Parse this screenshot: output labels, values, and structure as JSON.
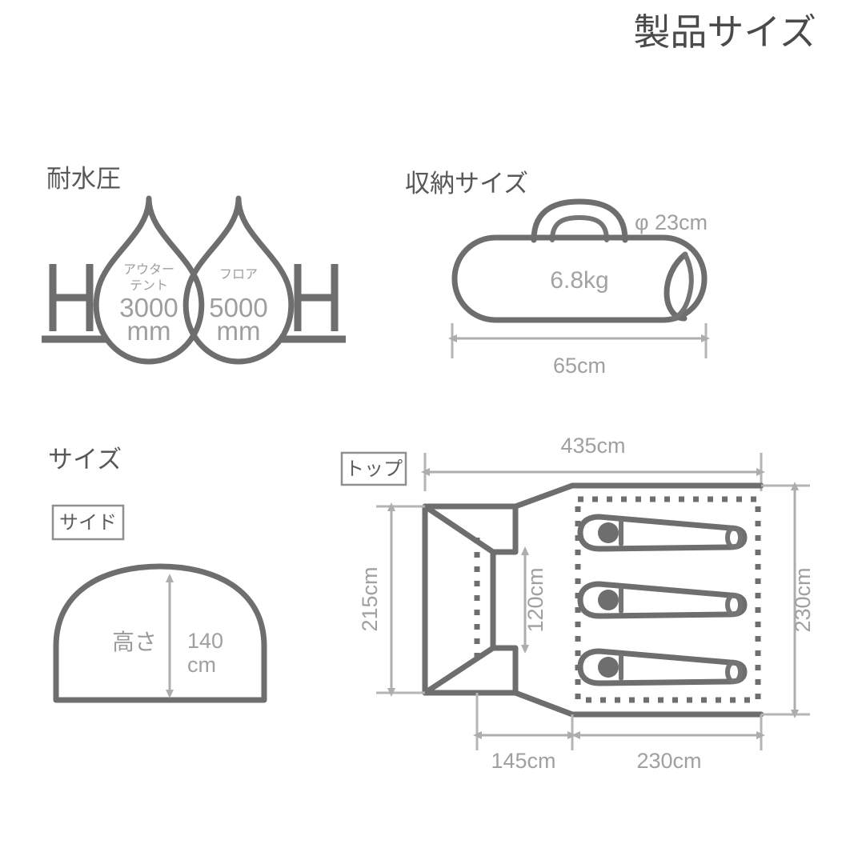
{
  "header": {
    "title": "製品サイズ"
  },
  "sections": {
    "water_resistance": {
      "title": "耐水圧",
      "symbol_left": "H",
      "symbol_right": "H",
      "drops": [
        {
          "name": "droplet-outer-tent",
          "label_line1": "アウター",
          "label_line2": "テント",
          "value": "3000",
          "unit": "mm"
        },
        {
          "name": "droplet-floor",
          "label_line1": "フロア",
          "label_line2": "",
          "value": "5000",
          "unit": "mm"
        }
      ]
    },
    "storage_size": {
      "title": "収納サイズ",
      "diameter_label": "φ 23cm",
      "weight_label": "6.8kg",
      "length_label": "65cm"
    },
    "size": {
      "title": "サイズ",
      "side_view": {
        "badge": "サイド",
        "height_label": "高さ",
        "height_value": "140",
        "height_unit": "cm"
      },
      "top_view": {
        "badge": "トップ",
        "total_width": "435cm",
        "vestibule_depth": "215cm",
        "inner_depth": "230cm",
        "front_opening": "120cm",
        "vestibule_width": "145cm",
        "inner_width": "230cm",
        "sleeping_bags_count": 3
      }
    }
  },
  "colors": {
    "outline": "#6e6e6e",
    "dimension": "#adadad",
    "text_dark": "#4a4a4a",
    "text_light": "#a0a0a0",
    "background": "#ffffff"
  }
}
